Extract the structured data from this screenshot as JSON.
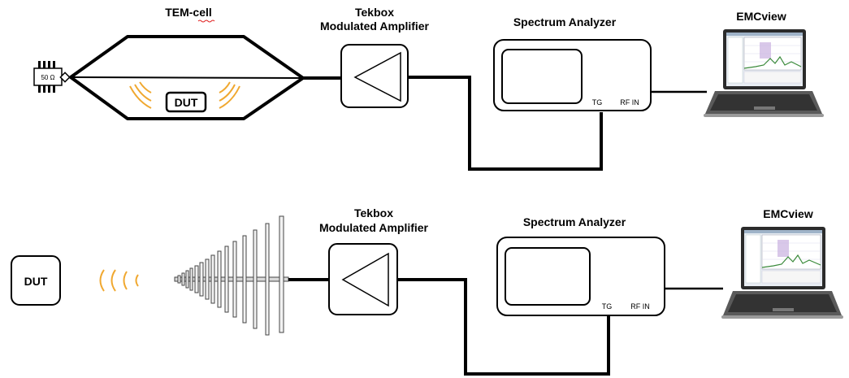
{
  "setup1": {
    "tem_cell_label": "TEM-cell",
    "terminator_label": "50 Ω",
    "dut_label": "DUT",
    "amp_label_line1": "Tekbox",
    "amp_label_line2": "Modulated Amplifier",
    "analyzer_label": "Spectrum Analyzer",
    "tg_label": "TG",
    "rfin_label": "RF IN",
    "laptop_label": "EMCview"
  },
  "setup2": {
    "dut_label": "DUT",
    "amp_label_line1": "Tekbox",
    "amp_label_line2": "Modulated Amplifier",
    "analyzer_label": "Spectrum Analyzer",
    "tg_label": "TG",
    "rfin_label": "RF IN",
    "laptop_label": "EMCview"
  },
  "colors": {
    "wave": "#f0a830",
    "line": "#000000",
    "screen_plot": "#3a8a3a"
  }
}
